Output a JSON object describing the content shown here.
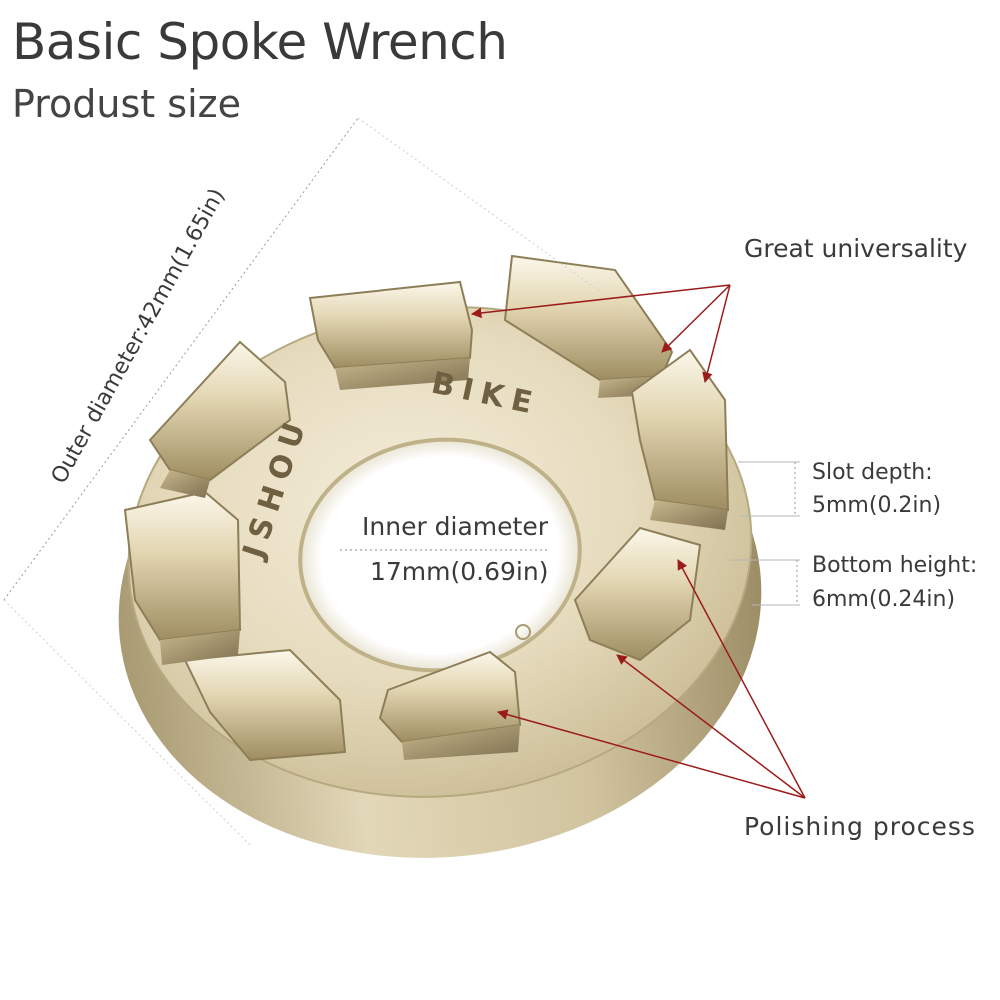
{
  "header": {
    "title": "Basic Spoke Wrench",
    "subtitle": "Produst size"
  },
  "dimensions": {
    "outer": "Outer diameter:42mm(1.65in)",
    "inner_line1": "Inner diameter",
    "inner_line2": "17mm(0.69in)",
    "slot_line1": "Slot depth:",
    "slot_line2": "5mm(0.2in)",
    "bottom_line1": "Bottom height:",
    "bottom_line2": "6mm(0.24in)"
  },
  "features": {
    "universality": "Great universality",
    "polishing": "Polishing process"
  },
  "engraving": {
    "brand_left": "JSHOU",
    "brand_right": "BIKE"
  },
  "colors": {
    "metal_light": "#ede4c9",
    "metal_mid": "#cdbf98",
    "metal_dark": "#8a7a55",
    "arrow_red": "#9b1b1b",
    "dim_line": "#9a9a9a"
  }
}
